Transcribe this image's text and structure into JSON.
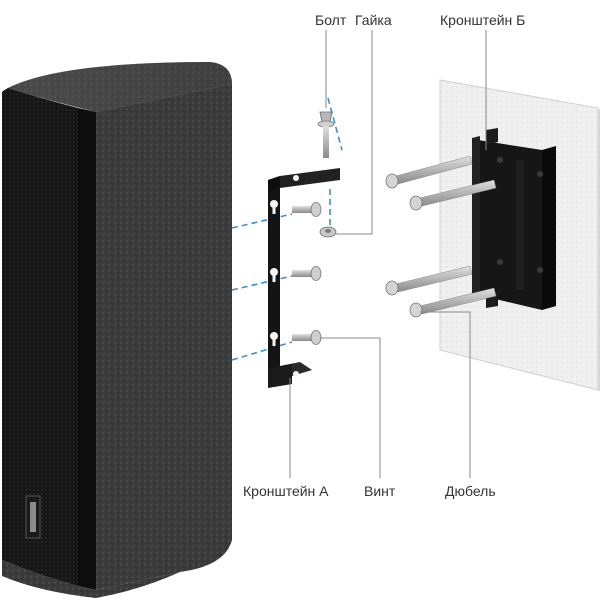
{
  "labels": {
    "bolt": "Болт",
    "nut": "Гайка",
    "bracket_b": "Кронштейн Б",
    "bracket_a": "Кронштейн А",
    "screw": "Винт",
    "anchor": "Дюбель"
  },
  "colors": {
    "guide_line": "#3a8fd6",
    "leader_line": "#888888",
    "speaker_front": "#1c1c1c",
    "speaker_side": "#3b3b3b",
    "bracket": "#141414",
    "wall": "#f1f1f1",
    "label_text": "#333333"
  }
}
